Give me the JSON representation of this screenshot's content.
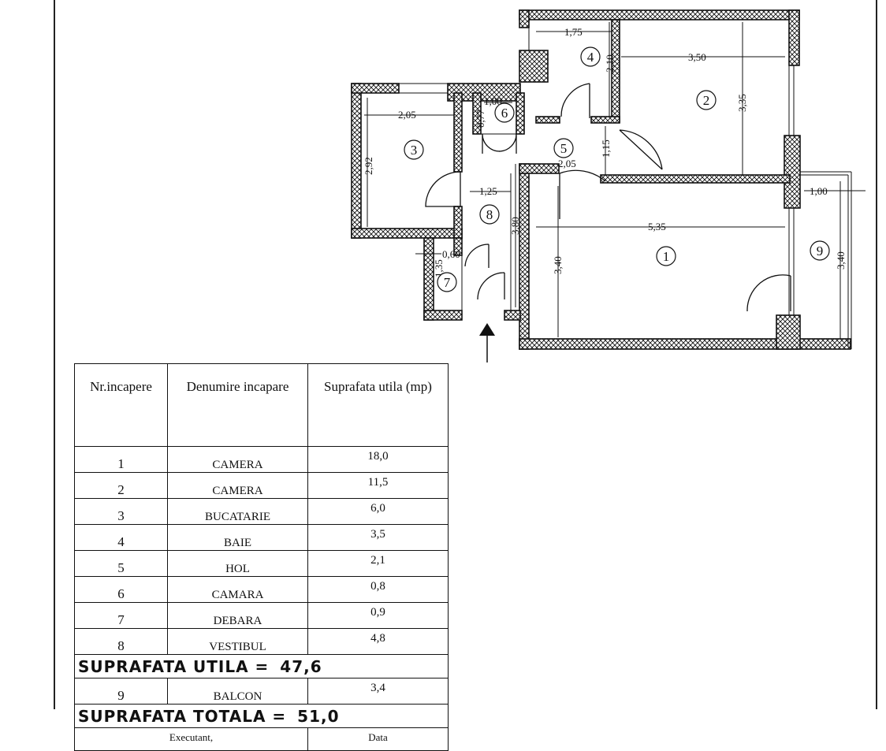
{
  "plan": {
    "rooms": [
      {
        "id": "1"
      },
      {
        "id": "2"
      },
      {
        "id": "3"
      },
      {
        "id": "4"
      },
      {
        "id": "5"
      },
      {
        "id": "6"
      },
      {
        "id": "7"
      },
      {
        "id": "8"
      },
      {
        "id": "9"
      }
    ],
    "dimensions": {
      "d_1_75": "1,75",
      "d_3_50": "3,50",
      "d_2_10": "2,10",
      "d_3_35": "3,35",
      "d_2_05_kitchen": "2,05",
      "d_2_92": "2,92",
      "d_1_00_pantry": "1,00",
      "d_0_77": "0,77",
      "d_1_15": "1,15",
      "d_2_05_hall": "2,05",
      "d_1_25": "1,25",
      "d_3_80": "3,80",
      "d_5_35": "5,35",
      "d_3_40_room": "3,40",
      "d_1_00_balcony": "1,00",
      "d_3_40_balcony": "3,40",
      "d_0_60": "0,60",
      "d_1_35": "1,35"
    }
  },
  "table": {
    "headers": {
      "nr": "Nr.incapere",
      "name": "Denumire incapare",
      "area": "Suprafata utila (mp)"
    },
    "rows": [
      {
        "nr": "1",
        "name": "CAMERA",
        "area": "18,0"
      },
      {
        "nr": "2",
        "name": "CAMERA",
        "area": "11,5"
      },
      {
        "nr": "3",
        "name": "BUCATARIE",
        "area": "6,0"
      },
      {
        "nr": "4",
        "name": "BAIE",
        "area": "3,5"
      },
      {
        "nr": "5",
        "name": "HOL",
        "area": "2,1"
      },
      {
        "nr": "6",
        "name": "CAMARA",
        "area": "0,8"
      },
      {
        "nr": "7",
        "name": "DEBARA",
        "area": "0,9"
      },
      {
        "nr": "8",
        "name": "VESTIBUL",
        "area": "4,8"
      }
    ],
    "useful_total_label": "SUPRAFATA UTILA =",
    "useful_total_value": "47,6",
    "balcony_row": {
      "nr": "9",
      "name": "BALCON",
      "area": "3,4"
    },
    "grand_total_label": "SUPRAFATA TOTALA =",
    "grand_total_value": "51,0",
    "footer_executant": "Executant,",
    "footer_data": "Data"
  }
}
